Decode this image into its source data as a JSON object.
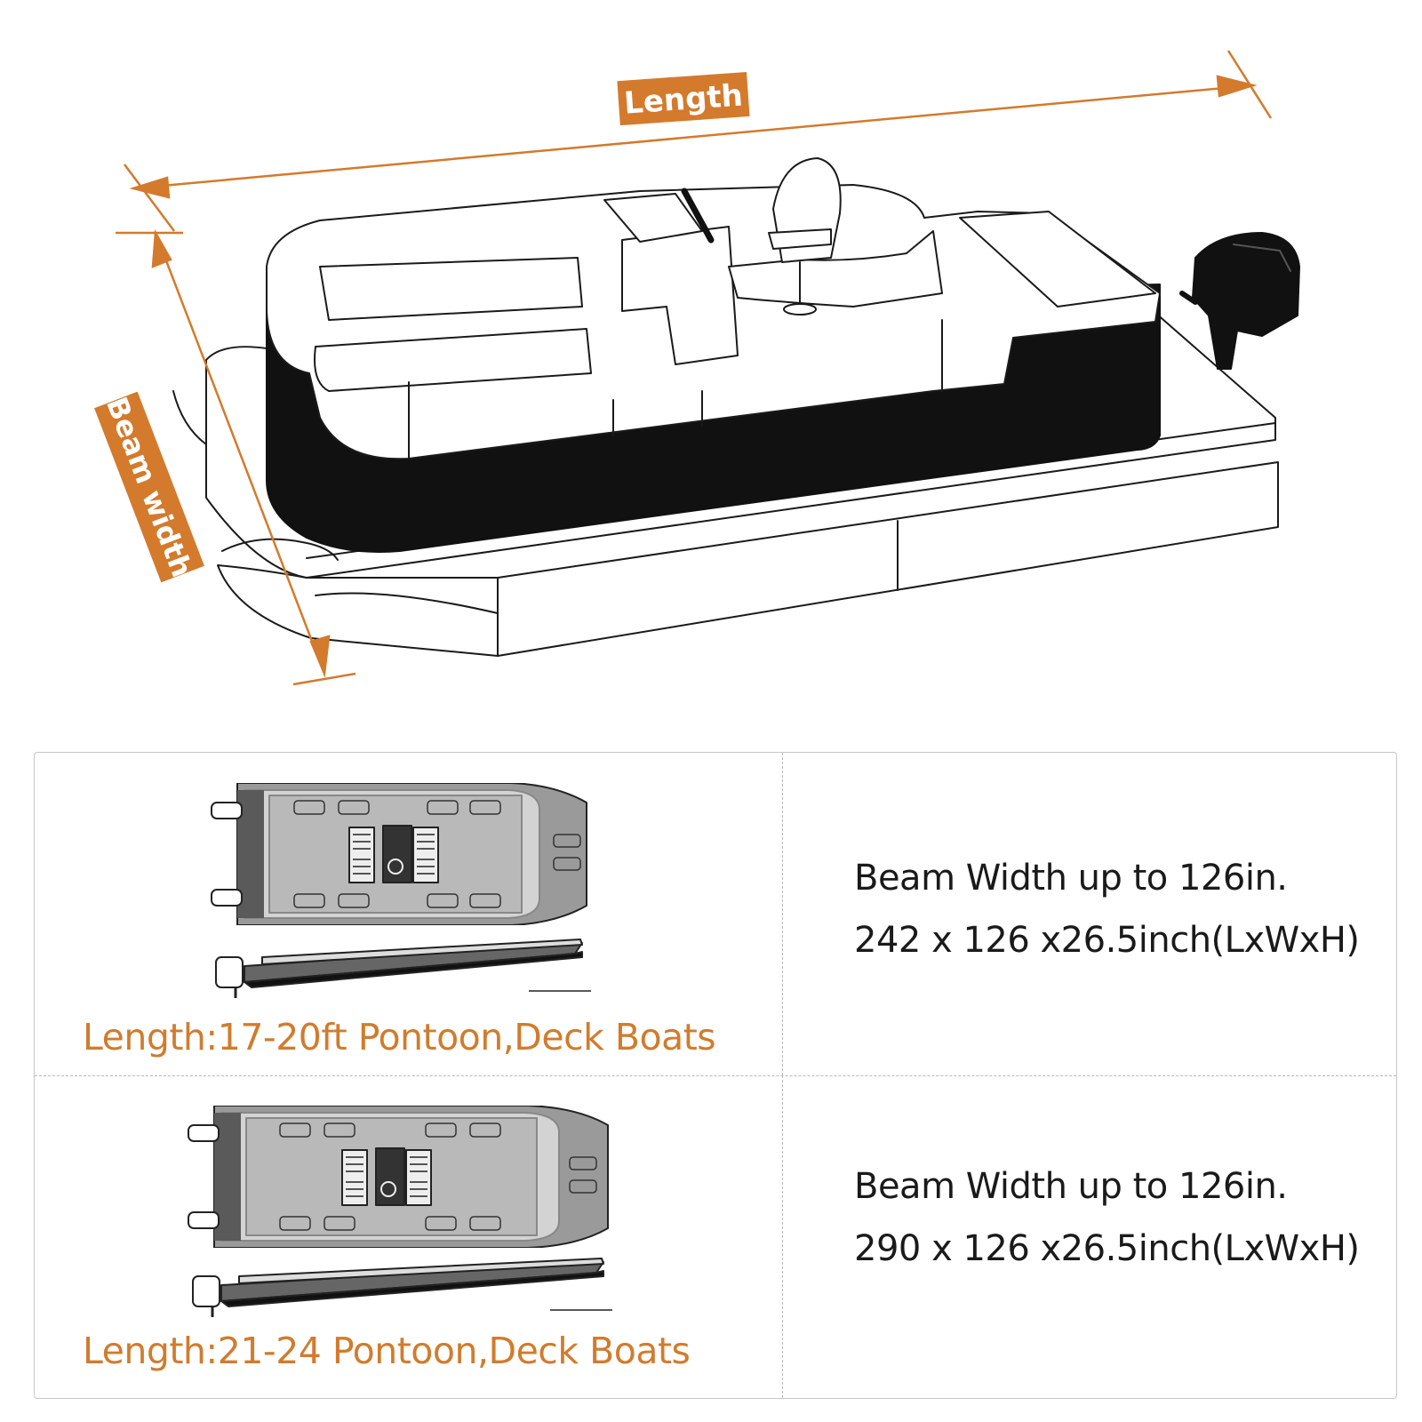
{
  "diagram": {
    "length_label": "Length",
    "beam_label": "Beam width",
    "accent_color": "#d47a2c"
  },
  "sizes": [
    {
      "length_caption": "Length:17-20ft Pontoon,Deck Boats",
      "beam_text": "Beam Width up to 126in.",
      "dimensions_text": "242 x 126 x26.5inch(LxWxH)"
    },
    {
      "length_caption": "Length:21-24 Pontoon,Deck Boats",
      "beam_text": "Beam Width up to 126in.",
      "dimensions_text": "290 x 126 x26.5inch(LxWxH)"
    }
  ]
}
